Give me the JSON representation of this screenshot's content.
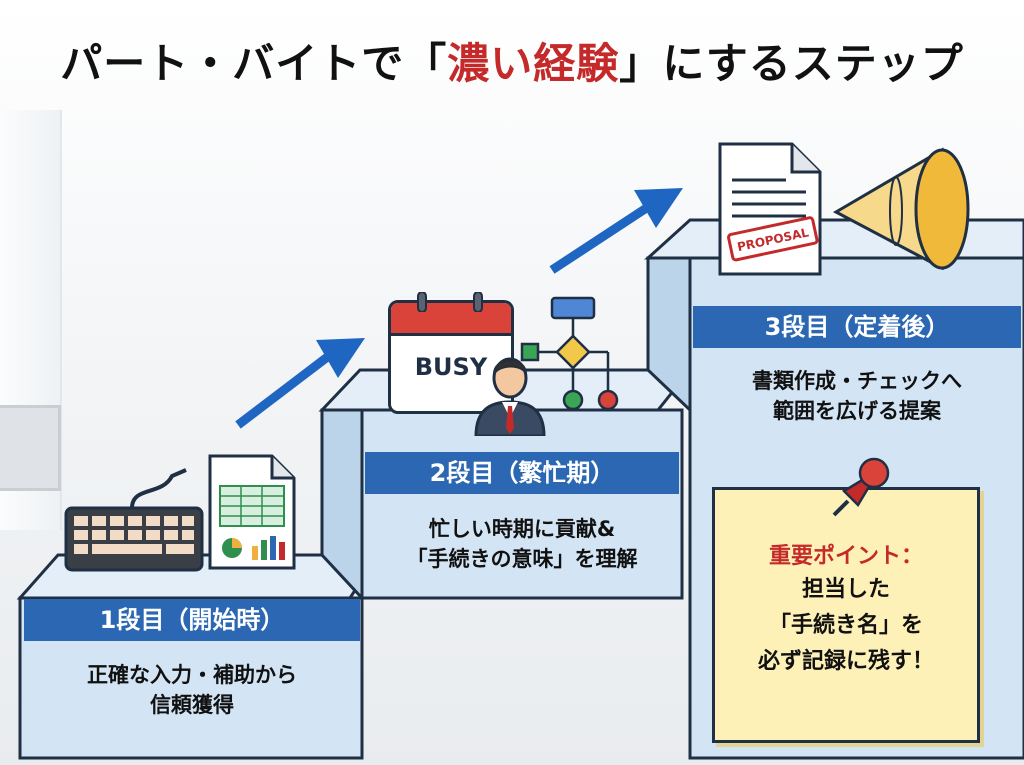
{
  "title": {
    "prefix": "パート・バイトで",
    "open_bracket": "「",
    "accent": "濃い経験",
    "close_bracket": "」",
    "suffix": "にするステップ"
  },
  "steps": [
    {
      "label": "1段目（開始時）",
      "desc_line1": "正確な入力・補助から",
      "desc_line2": "信頼獲得"
    },
    {
      "label": "2段目（繁忙期）",
      "desc_line1": "忙しい時期に貢献&",
      "desc_line2": "「手続きの意味」を理解"
    },
    {
      "label": "3段目（定着後）",
      "desc_line1": "書類作成・チェックへ",
      "desc_line2": "範囲を広げる提案"
    }
  ],
  "calendar_text": "BUSY",
  "proposal_stamp": "PROPOSAL",
  "note": {
    "title": "重要ポイント：",
    "line1": "担当した",
    "line2": "「手続き名」を",
    "line3": "必ず記録に残す！"
  },
  "colors": {
    "accent_red": "#c42a2a",
    "step_blue": "#2b67b2",
    "note_yellow": "#fdf1b8"
  }
}
